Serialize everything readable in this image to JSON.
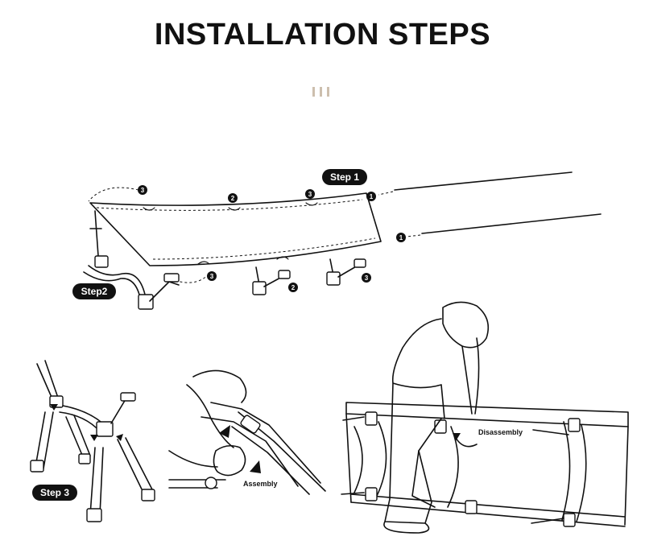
{
  "title": "INSTALLATION STEPS",
  "labels": {
    "step1": "Step 1",
    "step2": "Step2",
    "step3": "Step 3"
  },
  "markers": {
    "one": "1",
    "two": "2",
    "three": "3"
  },
  "captions": {
    "assembly": "Assembly",
    "disassembly": "Disassembly"
  },
  "colors": {
    "ink": "#111111",
    "divider": "#cdbfae"
  }
}
